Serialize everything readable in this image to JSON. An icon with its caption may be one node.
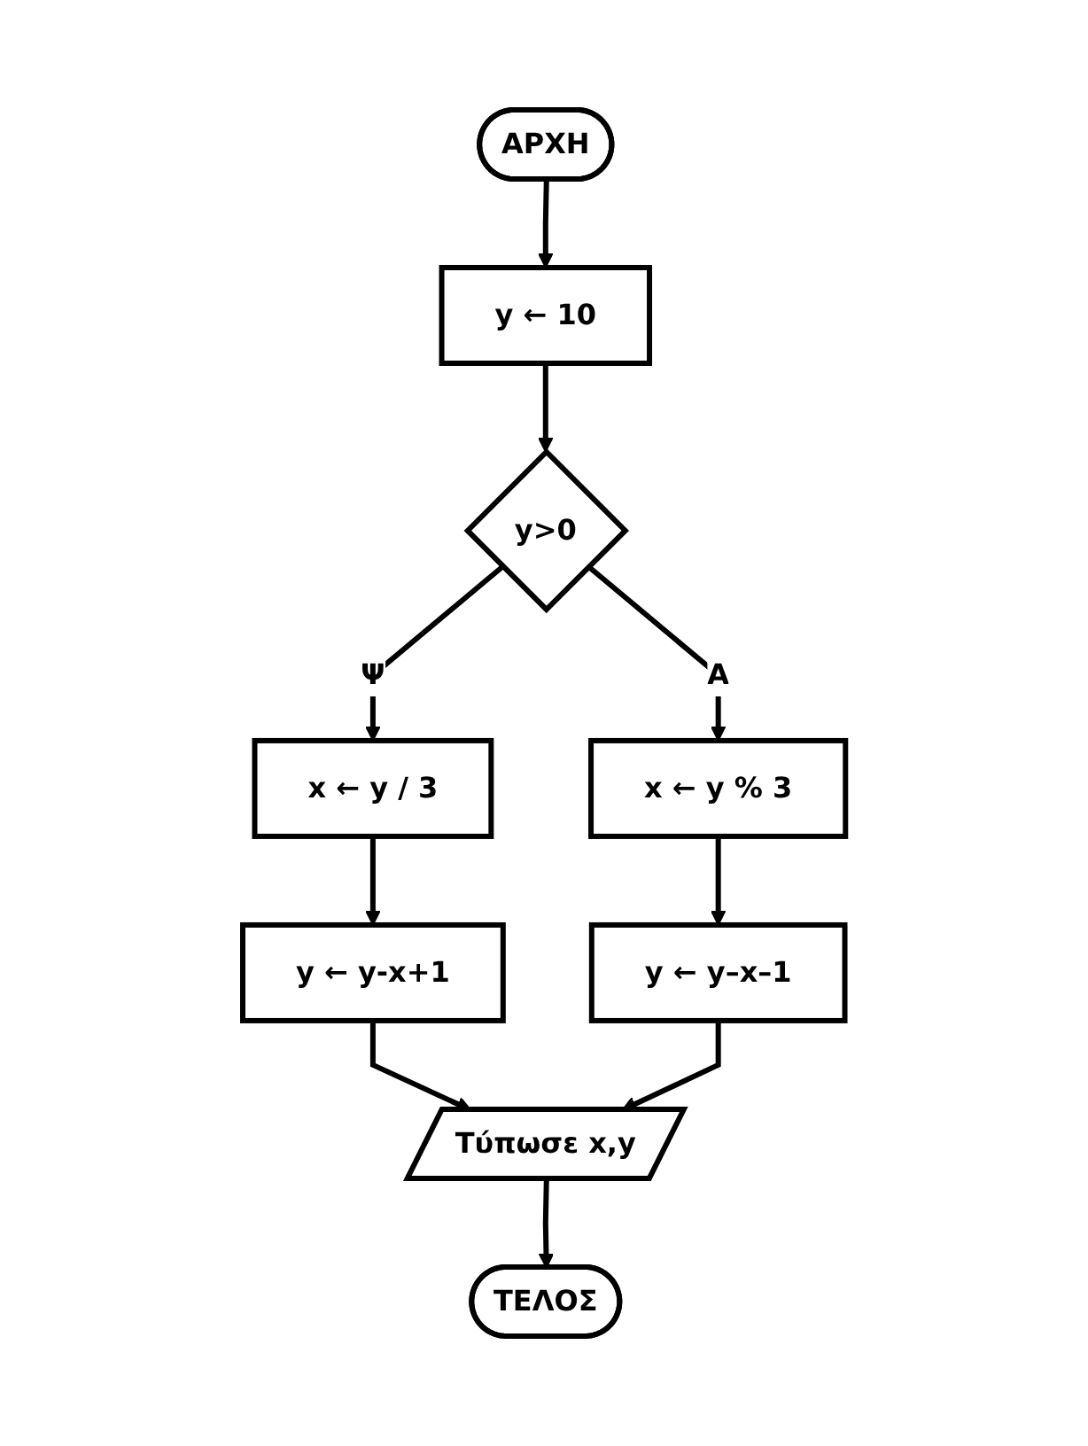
{
  "diagram": {
    "nodes": [
      {
        "text": [
          "ΑΡΧΗ"
        ]
      },
      {
        "text": [
          "y ← 10"
        ]
      },
      {
        "text": [
          "y>0"
        ]
      },
      {
        "text": [
          "x ← y / 3"
        ]
      },
      {
        "text": [
          "y ← y-x+1"
        ]
      },
      {
        "text": [
          "x ← y % 3"
        ]
      },
      {
        "text": [
          "y ← y–x–1"
        ]
      },
      {
        "text": [
          "Τύπωσε x,y"
        ]
      },
      {
        "text": [
          "ΤΕΛΟΣ"
        ]
      }
    ],
    "edges": [
      {
        "from": 0,
        "to": 1,
        "arrow": "to"
      },
      {
        "from": 1,
        "to": 2,
        "arrow": "to"
      },
      {
        "from": 2,
        "to": 3,
        "label": "Ψ",
        "arrow": "to"
      },
      {
        "from": 3,
        "to": 4,
        "arrow": "to"
      },
      {
        "from": 2,
        "to": 5,
        "label": "Α",
        "arrow": "to"
      },
      {
        "from": 5,
        "to": 6,
        "arrow": "to"
      },
      {
        "from": 4,
        "to": 7,
        "arrow": "to"
      },
      {
        "from": 6,
        "to": 7,
        "arrow": "to"
      },
      {
        "from": 7,
        "to": 8,
        "arrow": "to"
      }
    ]
  }
}
